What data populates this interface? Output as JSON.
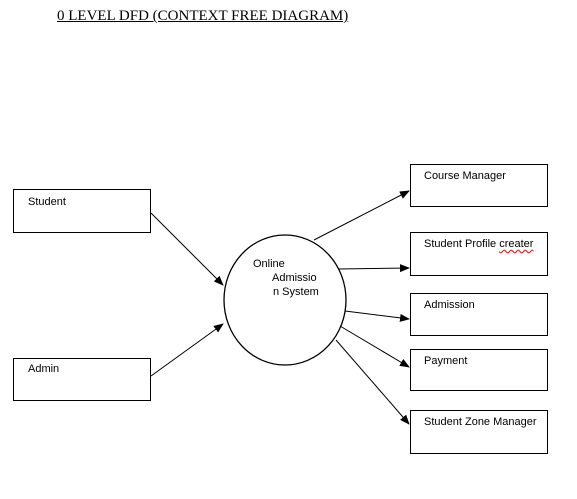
{
  "title": "0 LEVEL DFD (CONTEXT FREE DIAGRAM)",
  "process": {
    "line1": "Online",
    "line2": "Admissio",
    "line3": "n System"
  },
  "sources": {
    "student": "Student",
    "admin": "Admin"
  },
  "targets": {
    "course_manager": "Course Manager",
    "profile_prefix": "Student Profile ",
    "profile_misspelled": "creater",
    "admission": "Admission",
    "payment": "Payment",
    "student_zone_manager": "Student Zone Manager"
  }
}
